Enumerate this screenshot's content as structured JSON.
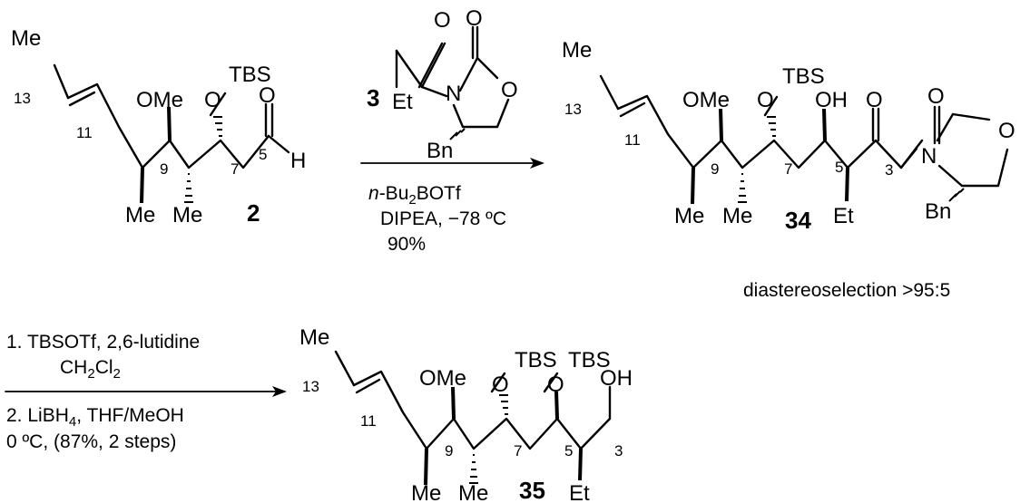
{
  "compounds": {
    "c2": {
      "number": "2"
    },
    "c3": {
      "number": "3"
    },
    "c34": {
      "number": "34"
    },
    "c35": {
      "number": "35"
    }
  },
  "atoms": {
    "me": "Me",
    "ome": "OMe",
    "tbs": "TBS",
    "o": "O",
    "h": "H",
    "n": "N",
    "oh": "OH",
    "et": "Et",
    "bn": "Bn"
  },
  "locants": {
    "n13": "13",
    "n11": "11",
    "n9": "9",
    "n7": "7",
    "n5": "5",
    "n3": "3"
  },
  "step1": {
    "reagent_prefix": "n",
    "reagent_rest": "-Bu",
    "reagent_sub": "2",
    "reagent_tail": "BOTf",
    "base": "DIPEA, −78 ºC",
    "yield": "90%"
  },
  "selectivity": "diastereoselection >95:5",
  "step2": {
    "line1": "1. TBSOTf, 2,6-lutidine",
    "solvent_a": "CH",
    "solvent_sub1": "2",
    "solvent_b": "Cl",
    "solvent_sub2": "2",
    "line3_a": "2. LiBH",
    "line3_sub": "4",
    "line3_b": ", THF/MeOH",
    "line4": "0 ºC,  (87%, 2 steps)"
  }
}
